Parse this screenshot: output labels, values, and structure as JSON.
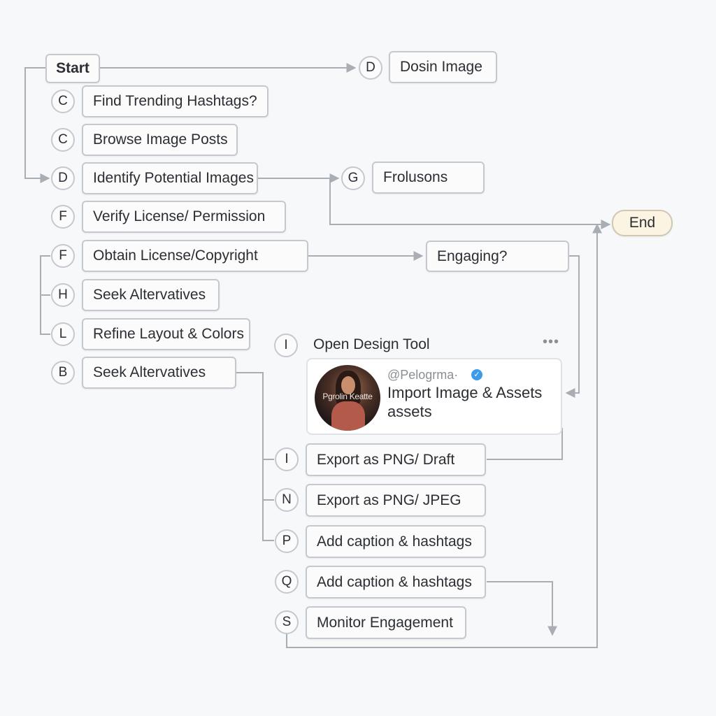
{
  "flow": {
    "start": "Start",
    "end": "End",
    "design_image": {
      "letter": "D",
      "label": "Dosin Image"
    },
    "frolusons": {
      "letter": "G",
      "label": "Frolusons"
    },
    "engaging": {
      "label": "Engaging?"
    },
    "steps": [
      {
        "letter": "C",
        "label": "Find Trending Hashtags?"
      },
      {
        "letter": "C",
        "label": "Browse Image Posts"
      },
      {
        "letter": "D",
        "label": "Identify Potential Images"
      },
      {
        "letter": "F",
        "label": "Verify License/ Permission"
      },
      {
        "letter": "F",
        "label": "Obtain License/Copyright"
      },
      {
        "letter": "H",
        "label": "Seek Altervatives"
      },
      {
        "letter": "L",
        "label": "Refine Layout & Colors"
      },
      {
        "letter": "B",
        "label": "Seek Altervatives"
      }
    ],
    "design_tool": {
      "letter": "I",
      "label": "Open Design Tool",
      "more_icon": "more-horizontal-icon",
      "card": {
        "avatar_text": "Pgrolin Keatte",
        "handle": "@Pelogrma·",
        "verified_icon": "verified-badge-icon",
        "title": "Import Image & Assets",
        "subtitle": "assets"
      }
    },
    "export_steps": [
      {
        "letter": "I",
        "label": "Export as PNG/ Draft"
      },
      {
        "letter": "N",
        "label": "Export as PNG/ JPEG"
      },
      {
        "letter": "P",
        "label": "Add caption & hashtags"
      },
      {
        "letter": "Q",
        "label": "Add caption & hashtags"
      },
      {
        "letter": "S",
        "label": "Monitor Engagement"
      }
    ]
  },
  "colors": {
    "background": "#f7f8f9",
    "node_border": "#c5c9cf",
    "connector": "#a9aeb5",
    "end_fill": "#fbf4e2",
    "verified": "#3d9be9"
  }
}
